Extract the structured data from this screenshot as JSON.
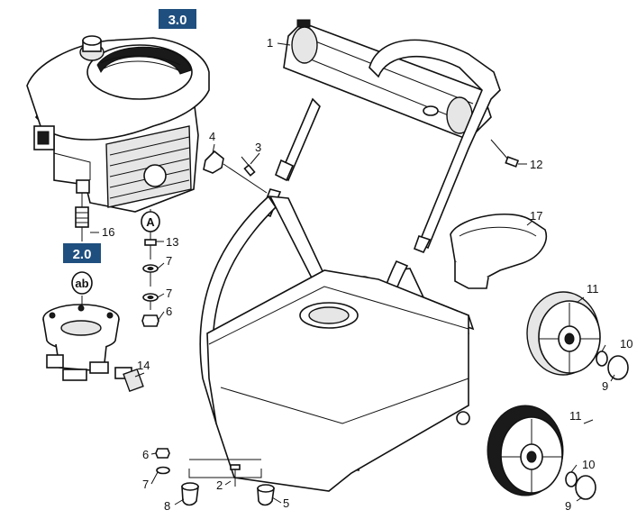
{
  "section_tags": {
    "engine": "3.0",
    "pump": "2.0"
  },
  "reference_circles": {
    "a_engine": "A",
    "a_frame": "A",
    "ab_pump": "ab"
  },
  "callouts": {
    "c1": "1",
    "c2": "2",
    "c3": "3",
    "c4": "4",
    "c5": "5",
    "c6_upper": "6",
    "c6_lower": "6",
    "c7_a": "7",
    "c7_b": "7",
    "c7_c": "7",
    "c8": "8",
    "c9_upper": "9",
    "c9_lower": "9",
    "c10_upper": "10",
    "c10_lower": "10",
    "c11_upper": "11",
    "c11_lower": "11",
    "c12": "12",
    "c13": "13",
    "c14": "14",
    "c16": "16",
    "c17": "17"
  },
  "colors": {
    "section_tag_bg": "#1f4f7f",
    "line": "#111111"
  }
}
